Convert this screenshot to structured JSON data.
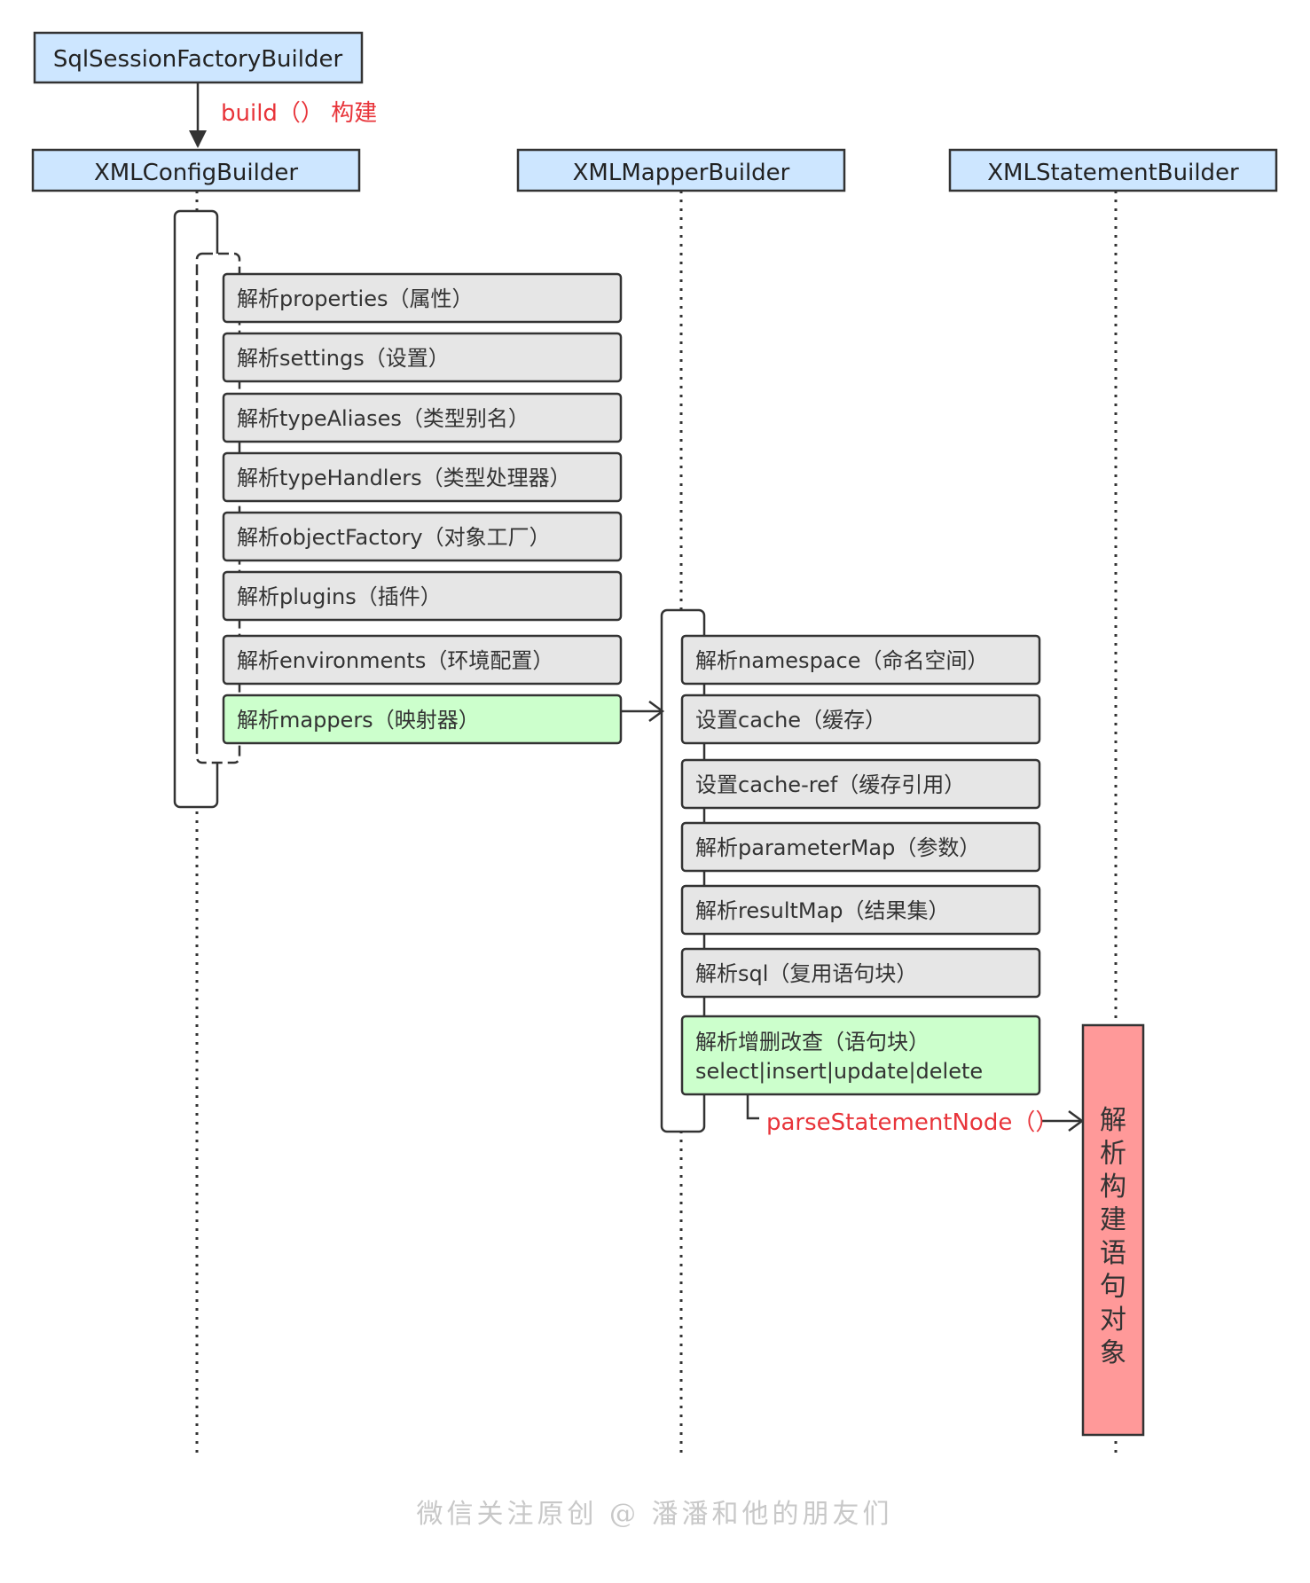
{
  "headers": {
    "factory_builder": "SqlSessionFactoryBuilder",
    "config_builder": "XMLConfigBuilder",
    "mapper_builder": "XMLMapperBuilder",
    "statement_builder": "XMLStatementBuilder"
  },
  "build_label": "build（）  构建",
  "config_steps": [
    "解析properties（属性）",
    "解析settings（设置）",
    "解析typeAliases（类型别名）",
    "解析typeHandlers（类型处理器）",
    "解析objectFactory（对象工厂）",
    "解析plugins（插件）",
    "解析environments（环境配置）",
    "解析mappers（映射器）"
  ],
  "mapper_steps": [
    "解析namespace（命名空间）",
    "设置cache（缓存）",
    "设置cache-ref（缓存引用）",
    "解析parameterMap（参数）",
    "解析resultMap（结果集）",
    "解析sql（复用语句块）"
  ],
  "crud_step": {
    "line1": "解析增删改查（语句块）",
    "line2": "select|insert|update|delete"
  },
  "parse_statement_label": "parseStatementNode（）",
  "statement_result": [
    "解",
    "析",
    "构",
    "建",
    "语",
    "句",
    "对",
    "象"
  ],
  "watermark": "微信关注原创 @ 潘潘和他的朋友们",
  "colors": {
    "header_fill": "#cde6ff",
    "step_fill": "#e6e6e6",
    "highlight_fill": "#ccffcc",
    "result_fill": "#ff9999",
    "accent_red": "#e8343a"
  }
}
